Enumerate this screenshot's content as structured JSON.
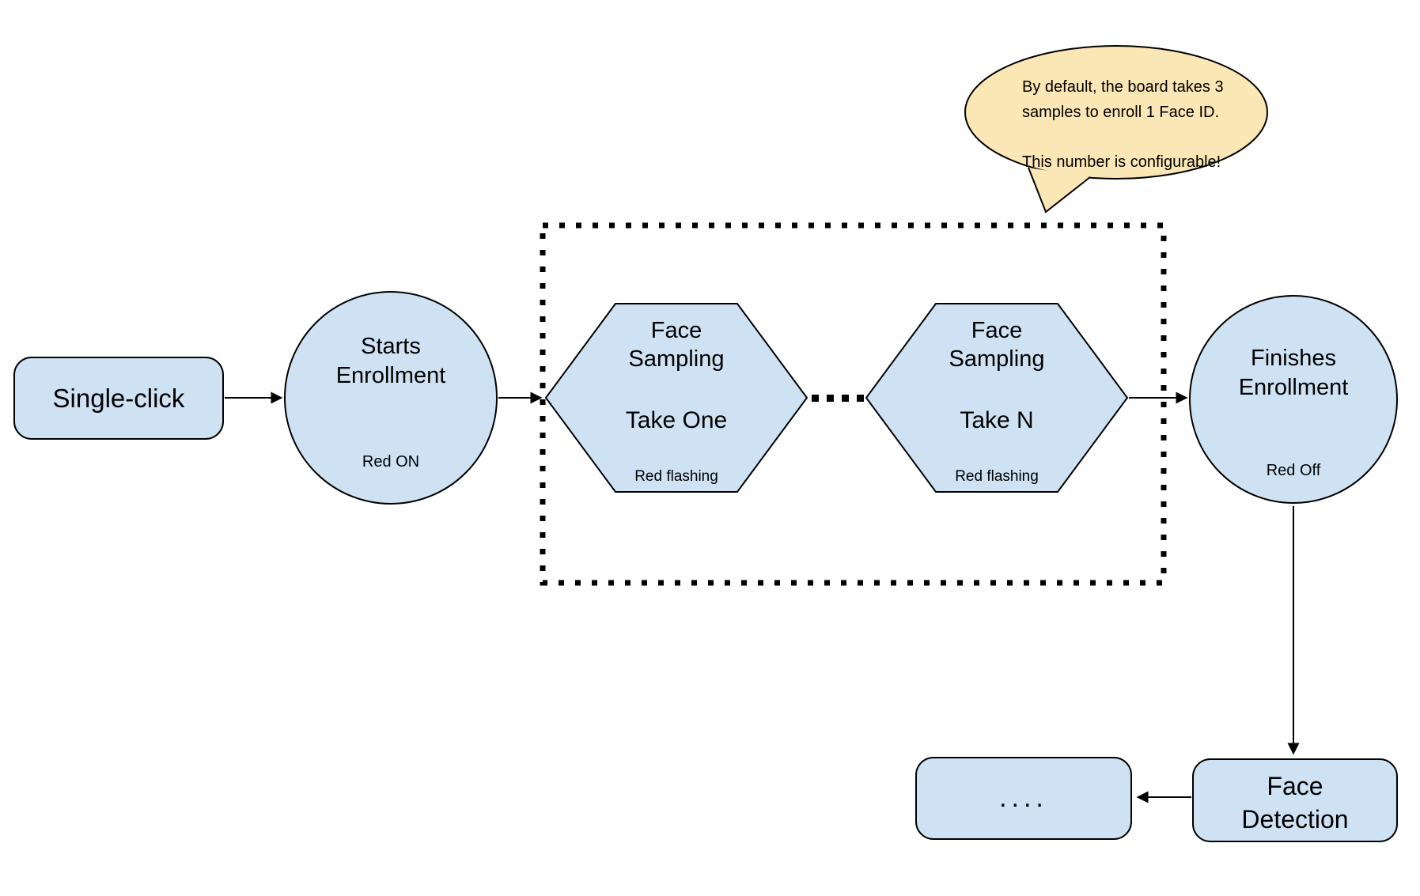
{
  "diagram": {
    "single_click": {
      "label": "Single-click"
    },
    "starts_enrollment": {
      "title_line1": "Starts",
      "title_line2": "Enrollment",
      "status": "Red ON"
    },
    "face_sampling_one": {
      "title_line1": "Face",
      "title_line2": "Sampling",
      "subtitle": "Take One",
      "status": "Red flashing"
    },
    "face_sampling_n": {
      "title_line1": "Face",
      "title_line2": "Sampling",
      "subtitle": "Take N",
      "status": "Red flashing"
    },
    "finishes_enrollment": {
      "title_line1": "Finishes",
      "title_line2": "Enrollment",
      "status": "Red Off"
    },
    "face_detection": {
      "title_line1": "Face",
      "title_line2": "Detection"
    },
    "continuation": {
      "label": "...."
    },
    "callout": {
      "line1": "By default, the board takes 3",
      "line2": "samples to enroll 1 Face ID.",
      "line3": "This number is configurable!"
    }
  },
  "colors": {
    "shape_fill": "#cfe2f3",
    "shape_stroke": "#000000",
    "callout_fill": "#fbe7b5",
    "background": "#ffffff"
  }
}
